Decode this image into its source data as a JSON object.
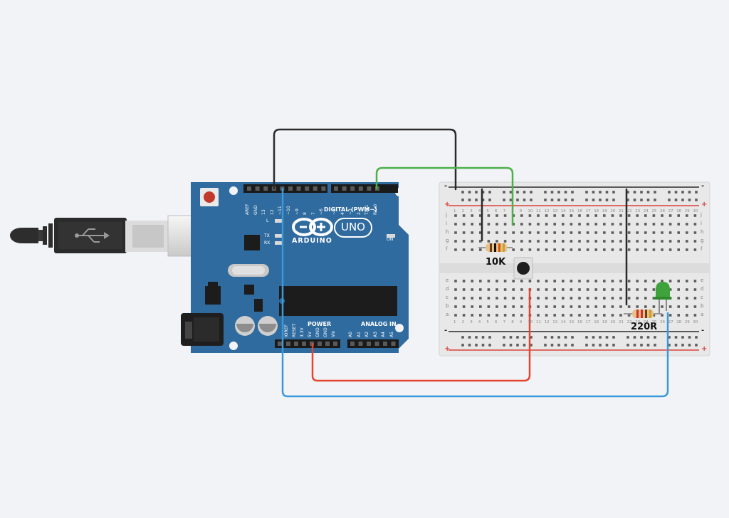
{
  "colors": {
    "background": "#f2f3f7",
    "arduino_board": "#2f6b9f",
    "breadboard": "#e8e8e8",
    "wire_black": "#2a2a2a",
    "wire_green": "#4cb04a",
    "wire_red": "#e5452f",
    "wire_blue": "#3a9ad9",
    "led": "#3fa33c",
    "rail_red": "#d9413a",
    "usb_plug": "#2d2d2d"
  },
  "arduino": {
    "logo_text": "ARDUINO",
    "model": "UNO",
    "digital_header": "DIGITAL (PWM~)",
    "power_header": "POWER",
    "analog_header": "ANALOG IN",
    "on_label": "ON",
    "led_l": "L",
    "led_tx": "TX",
    "led_rx": "RX",
    "digital_pins": [
      "AREF",
      "GND",
      "13",
      "12",
      "~11",
      "~10",
      "~9",
      "8",
      "7",
      "~6",
      "~5",
      "4",
      "~3",
      "2",
      "TX▸1",
      "RX◂0"
    ],
    "power_pins": [
      "IOREF",
      "RESET",
      "3.3V",
      "5V",
      "GND",
      "GND",
      "Vin"
    ],
    "analog_pins": [
      "A0",
      "A1",
      "A2",
      "A3",
      "A4",
      "A5"
    ]
  },
  "breadboard": {
    "rows_top": [
      "j",
      "i",
      "h",
      "g",
      "f"
    ],
    "rows_bottom": [
      "e",
      "d",
      "c",
      "b",
      "a"
    ],
    "columns": [
      "1",
      "2",
      "3",
      "4",
      "5",
      "6",
      "7",
      "8",
      "9",
      "10",
      "11",
      "12",
      "13",
      "14",
      "15",
      "16",
      "17",
      "18",
      "19",
      "20",
      "21",
      "22",
      "23",
      "24",
      "25",
      "26",
      "27",
      "28",
      "29",
      "30"
    ],
    "rail_minus": "-",
    "rail_plus": "+"
  },
  "components": {
    "resistor_10k": "10K",
    "resistor_220": "220R"
  },
  "icons": {
    "usb_cable": "usb-type-b-cable-icon",
    "pushbutton": "pushbutton-icon",
    "led": "led-icon",
    "resistor": "resistor-icon"
  }
}
